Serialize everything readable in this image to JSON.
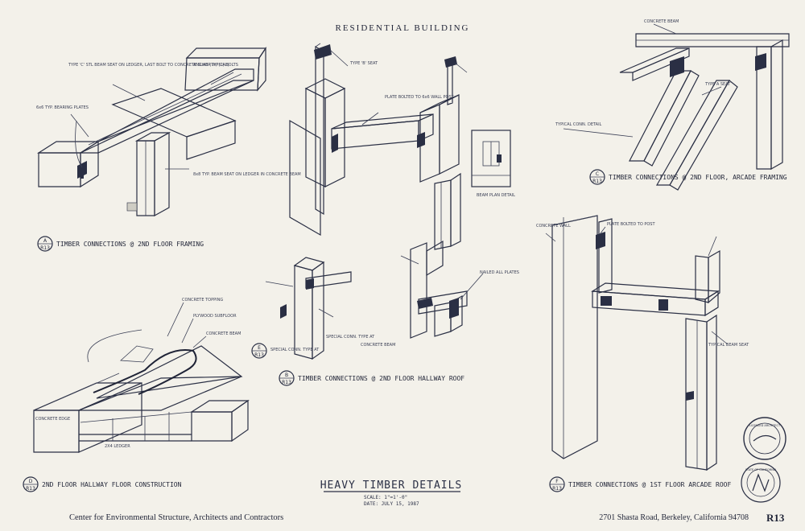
{
  "sheet": {
    "title": "RESIDENTIAL BUILDING",
    "main_title": "HEAVY TIMBER DETAILS",
    "scale": "SCALE: 1\"=1'-0\"",
    "date": "DATE: JULY 15, 1987",
    "footer_left": "Center for Environmental Structure, Architects and Contractors",
    "footer_right": "2701 Shasta Road, Berkeley, California 94708",
    "sheet_number": "R13"
  },
  "details": [
    {
      "id": "A",
      "sheet": "R13",
      "title": "TIMBER CONNECTIONS @ 2ND FLOOR FRAMING"
    },
    {
      "id": "B",
      "sheet": "R13",
      "title": "TIMBER CONNECTIONS @ 2ND FLOOR HALLWAY ROOF"
    },
    {
      "id": "C",
      "sheet": "R13",
      "title": "TIMBER CONNECTIONS @ 2ND FLOOR, ARCADE FRAMING"
    },
    {
      "id": "D",
      "sheet": "R13",
      "title": "2ND FLOOR HALLWAY FLOOR CONSTRUCTION"
    },
    {
      "id": "E",
      "sheet": "R13",
      "title": "SPECIAL CONN. TYPE AT"
    },
    {
      "id": "F",
      "sheet": "R13",
      "title": "TIMBER CONNECTIONS @ 1ST FLOOR ARCADE ROOF"
    }
  ],
  "notes": {
    "a1": "TYPE 'C' STL BEAM SEAT ON LEDGER, LAST BOLT TO CONCRETE SLAB (TYPICAL)",
    "a2": "ANCHOR W/ (2) BOLTS",
    "a3": "6x6 TYP. BEARING PLATES",
    "a4": "8x8 TYP. BEAM SEAT ON LEDGER IN CONCRETE BEAM",
    "b1": "TYPE 'B' SEAT",
    "b2": "PLATE BOLTED TO 6x6 WALL POST",
    "b3": "CONCRETE BEAM",
    "b4": "BEAM PLAN DETAIL",
    "b5": "NAILED ALL PLATES",
    "b6": "SPECIAL CONN. TYPE AT",
    "c1": "CONCRETE BEAM",
    "c2": "TYPICAL CONN. DETAIL",
    "c3": "TYPE A SEAT",
    "d1": "CONCRETE EDGE",
    "d2": "CONCRETE TOPPING",
    "d3": "CONCRETE BEAM",
    "d4": "2X4 LEDGER",
    "d5": "PLYWOOD SUBFLOOR",
    "f1": "PLATE BOLTED TO POST",
    "f2": "TYPICAL BEAM SEAT",
    "f3": "CONCRETE WALL"
  },
  "stamps": [
    {
      "name": "architect-seal",
      "text": "LICENSED ARCHITECT"
    },
    {
      "name": "contractor-seal",
      "text": "STATE OF CALIFORNIA"
    }
  ]
}
